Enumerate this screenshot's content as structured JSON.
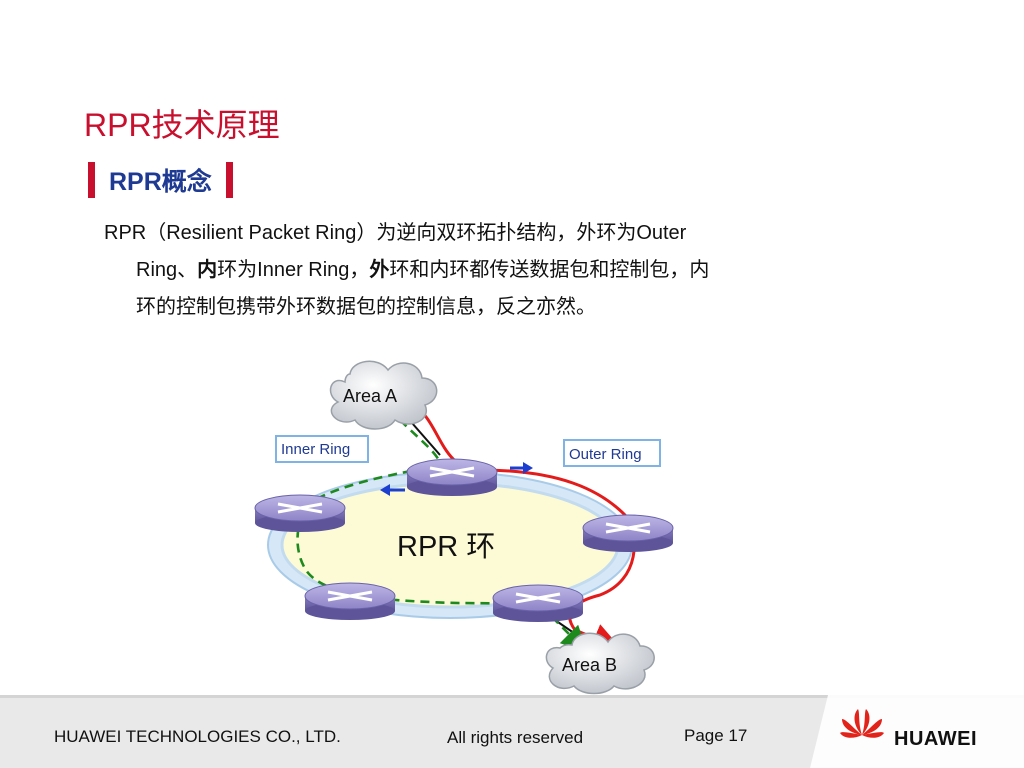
{
  "slide": {
    "title": "RPR技术原理",
    "section_title": "RPR概念"
  },
  "body": {
    "line1": "RPR（Resilient Packet Ring）为逆向双环拓扑结构，外环为Outer",
    "line2_a": "Ring、",
    "line2_b": "内",
    "line2_c": "环为Inner Ring，",
    "line2_d": "外",
    "line2_e": "环和内环都传送数据包和控制包，内",
    "line3": "环的控制包携带外环数据包的控制信息，反之亦然。"
  },
  "diagram": {
    "ring_label": "RPR 环",
    "area_a": "Area A",
    "area_b": "Area B",
    "inner_ring_label": "Inner Ring",
    "outer_ring_label": "Outer Ring",
    "colors": {
      "outer_path": "#e31b1b",
      "inner_path": "#1e8a1e",
      "ring_fill": "#fdfbd6",
      "ring_halo": "#cfe4f5",
      "router": "#8f86c8",
      "label_border": "#7fb2e5",
      "arrow": "#1c3fd0"
    }
  },
  "footer": {
    "company": "HUAWEI TECHNOLOGIES CO., LTD.",
    "rights": "All rights reserved",
    "page": "Page 17",
    "logo_text": "HUAWEI"
  }
}
